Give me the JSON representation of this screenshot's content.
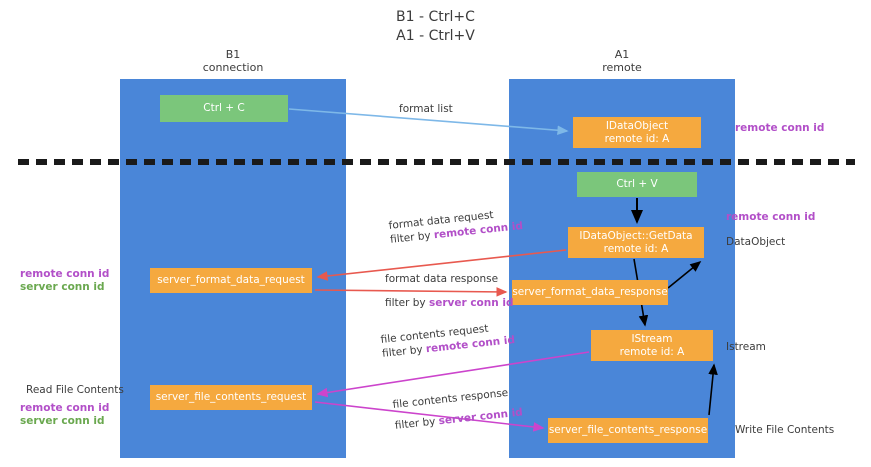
{
  "title": {
    "line1": "B1 - Ctrl+C",
    "line2": "A1 - Ctrl+V"
  },
  "lanes": [
    {
      "id": "b1",
      "name": "B1",
      "role": "connection",
      "color": "#4a86d8"
    },
    {
      "id": "a1",
      "name": "A1",
      "role": "remote",
      "color": "#4a86d8"
    }
  ],
  "colors": {
    "lane": "#4a86d8",
    "green_box": "#7bc67b",
    "orange_box": "#f5a93f",
    "purple_text": "#b24fc8",
    "green_text": "#6aa84f",
    "red_arrow": "#e8594f",
    "magenta_arrow": "#cc44cc",
    "blue_arrow": "#7eb8e8",
    "black_arrow": "#000000",
    "divider": "#1a1a1a"
  },
  "boxes": {
    "ctrl_c": {
      "line1": "Ctrl + C",
      "line2": "",
      "kind": "green"
    },
    "idataobject": {
      "line1": "IDataObject",
      "line2": "remote id: A",
      "kind": "orange"
    },
    "ctrl_v": {
      "line1": "Ctrl + V",
      "line2": "",
      "kind": "green"
    },
    "getdata": {
      "line1": "IDataObject::GetData",
      "line2": "remote id: A",
      "kind": "orange"
    },
    "server_format_data_request": {
      "line1": "server_format_data_request",
      "line2": "",
      "kind": "orange"
    },
    "server_format_data_response": {
      "line1": "server_format_data_response",
      "line2": "",
      "kind": "orange"
    },
    "istream": {
      "line1": "IStream",
      "line2": "remote id: A",
      "kind": "orange"
    },
    "server_file_contents_request": {
      "line1": "server_file_contents_request",
      "line2": "",
      "kind": "orange"
    },
    "server_file_contents_response": {
      "line1": "server_file_contents_response",
      "line2": "",
      "kind": "orange"
    }
  },
  "arrow_captions": {
    "format_list": {
      "text": "format list"
    },
    "format_data_request": {
      "line1": "format data request",
      "prefix": "filter by ",
      "highlight": "remote conn id",
      "highlight_color": "purple"
    },
    "format_data_response": {
      "line1": "format data response",
      "prefix": "filter by ",
      "highlight": "server conn id",
      "highlight_color": "purple"
    },
    "file_contents_request": {
      "line1": "file contents request",
      "prefix": "filter by ",
      "highlight": "remote conn id",
      "highlight_color": "purple"
    },
    "file_contents_response": {
      "line1": "file contents response",
      "prefix": "filter by ",
      "highlight": "server conn id",
      "highlight_color": "purple"
    }
  },
  "annotations": {
    "right_remote_conn_id_1": "remote conn id",
    "right_remote_conn_id_2": "remote conn id",
    "right_dataobject": "DataObject",
    "right_istream": "Istream",
    "right_write_file_contents": "Write File Contents",
    "left_remote_conn_id_1": "remote conn id",
    "left_server_conn_id_1": "server conn id",
    "left_read_file_contents": "Read File Contents",
    "left_remote_conn_id_2": "remote conn id",
    "left_server_conn_id_2": "server conn id"
  }
}
